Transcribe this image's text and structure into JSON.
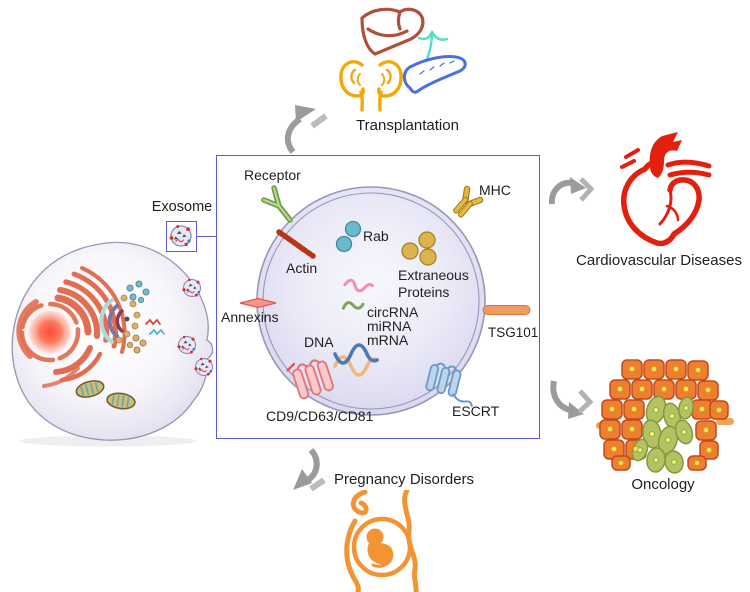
{
  "callout": {
    "label": "Exosome"
  },
  "exosome_box": {
    "receptor": "Receptor",
    "mhc": "MHC",
    "rab": "Rab",
    "actin": "Actin",
    "extraneous_proteins": "Extraneous Proteins",
    "annexins": "Annexins",
    "circrna": "circRNA",
    "mirna": "miRNA",
    "mrna": "mRNA",
    "dna": "DNA",
    "tsg101": "TSG101",
    "tetraspanins": "CD9/CD63/CD81",
    "escrt": "ESCRT"
  },
  "applications": {
    "transplantation": "Transplantation",
    "cardiovascular": "Cardiovascular Diseases",
    "oncology": "Oncology",
    "pregnancy": "Pregnancy Disorders"
  },
  "colors": {
    "box_border": "#5b5bd6",
    "exosome_fill": "#e7e7f5",
    "membrane_stroke": "#9797ba",
    "receptor_green": "#6f9c44",
    "mhc_gold": "#e5b83e",
    "actin_red": "#bc3512",
    "rab_teal": "#6cb9cb",
    "extraneous_gold": "#ddb44c",
    "rna_pink": "#f78cb0",
    "rna_green": "#77a855",
    "dna_blue": "#4a7ab8",
    "dna_tan": "#efb97e",
    "annexin_salmon": "#f4948a",
    "tsg101_orange": "#f09a62",
    "tetraspanin_pink": "#fbc9c9",
    "escrt_blue": "#bdd4ee",
    "arrow_gray": "#9b9b9b",
    "liver_brown": "#b05038",
    "kidney_orange": "#f2a70a",
    "pancreas_blue": "#4a6fe0",
    "pancreas_duct_teal": "#4fe0c0",
    "heart_red": "#e3200e",
    "tumor_orange": "#ef8030",
    "tumor_green": "#b3c262",
    "pregnancy_orange": "#f29433"
  }
}
